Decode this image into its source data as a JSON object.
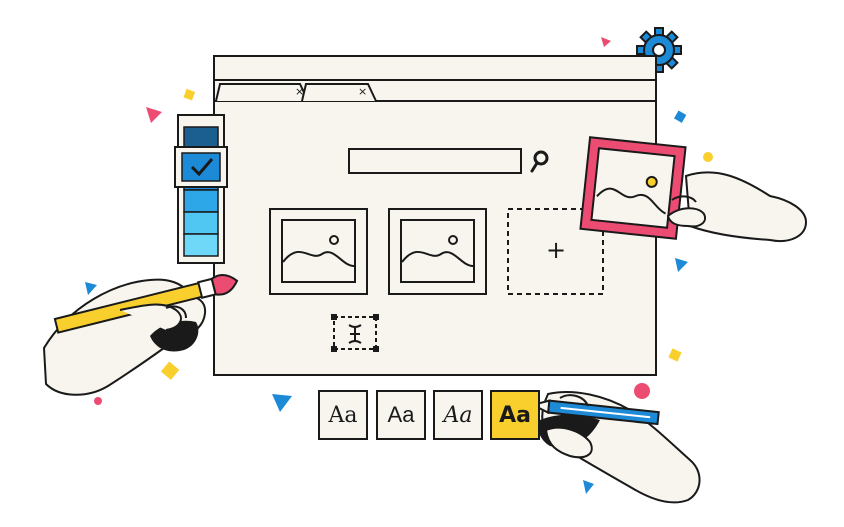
{
  "fonts": {
    "items": [
      {
        "label": "Aa"
      },
      {
        "label": "Aa"
      },
      {
        "label": "Aa"
      },
      {
        "label": "Aa"
      }
    ]
  },
  "browser": {
    "tab_close": "×"
  },
  "upload": {
    "plus": "+"
  },
  "colors": {
    "ink": "#1a1a1a",
    "paper": "#f7f5ee",
    "blue": "#1c8ad6",
    "pink": "#ec4c72",
    "yellow": "#f9cf2e",
    "light_blue": "#4fc7f2"
  },
  "icons": [
    "gear-icon",
    "search-icon",
    "image-icon",
    "checkmark-icon",
    "text-cursor-icon"
  ]
}
